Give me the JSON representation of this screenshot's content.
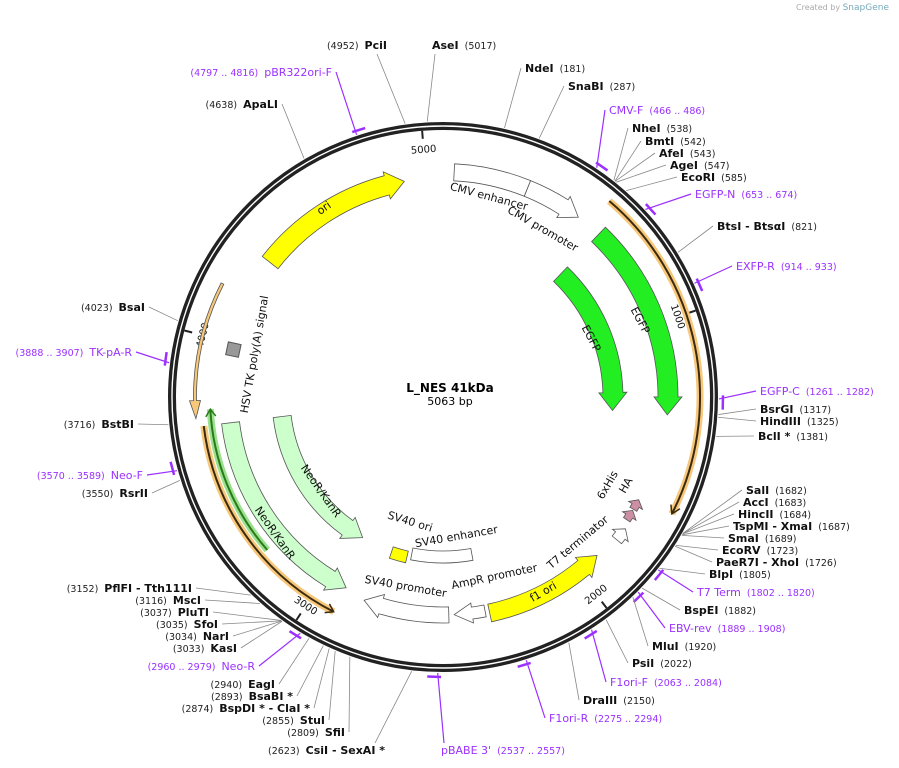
{
  "credit": {
    "prefix": "Created by",
    "brand": "SnapGene"
  },
  "plasmid": {
    "name": "L_NES 41kDa",
    "length": "5063 bp",
    "total_bp": 5063
  },
  "ticks": [
    "1000",
    "2000",
    "3000",
    "4000",
    "5000"
  ],
  "colors": {
    "backbone": "#222222",
    "primer": "#9b30ff",
    "ori": "#ffff00",
    "egfp": "#22ee22",
    "neo": "#ccffcc",
    "promoter": "#ffffff",
    "tag": "#cc8fa3",
    "highlight": "#f7c77a"
  },
  "features": [
    {
      "label": "CMV enhancer",
      "start": 40,
      "end": 310,
      "dir": 0,
      "color": "#ffffff"
    },
    {
      "label": "CMV promoter",
      "start": 310,
      "end": 520,
      "dir": 1,
      "color": "#ffffff"
    },
    {
      "label": "EGFP",
      "start": 615,
      "end": 1330,
      "dir": 1,
      "color": "#22ee22"
    },
    {
      "label": "EGFP",
      "start": 615,
      "end": 1330,
      "dir": 1,
      "color": "#22ee22"
    },
    {
      "label": "6xHis",
      "start": 1700,
      "end": 1740,
      "dir": -1,
      "color": "#cc8fa3"
    },
    {
      "label": "HA",
      "start": 1655,
      "end": 1695,
      "dir": -1,
      "color": "#cc8fa3"
    },
    {
      "label": "T7 terminator",
      "start": 1770,
      "end": 1820,
      "dir": -1,
      "color": "#ffffff"
    },
    {
      "label": "f1 ori",
      "start": 1910,
      "end": 2360,
      "dir": -1,
      "color": "#ffff00"
    },
    {
      "label": "AmpR promoter",
      "start": 2375,
      "end": 2490,
      "dir": 1,
      "color": "#ffffff"
    },
    {
      "label": "SV40 promoter",
      "start": 2510,
      "end": 2830,
      "dir": 1,
      "color": "#ffffff"
    },
    {
      "label": "SV40 enhancer",
      "start": 2385,
      "end": 2690,
      "dir": 0,
      "color": "#ffffff"
    },
    {
      "label": "SV40 ori",
      "start": 2710,
      "end": 2790,
      "dir": 0,
      "color": "#ffff00"
    },
    {
      "label": "NeoR/KanR",
      "start": 2910,
      "end": 3700,
      "dir": -1,
      "color": "#ccffcc"
    },
    {
      "label": "NeoR/KanR",
      "start": 2950,
      "end": 3700,
      "dir": -1,
      "color": "#ccffcc"
    },
    {
      "label": "ori",
      "start": 4330,
      "end": 4920,
      "dir": 1,
      "color": "#ffff00"
    },
    {
      "label": "HSV TK poly(A) signal",
      "start": 3727,
      "end": 4180,
      "dir": -1,
      "color": "#f7c77a"
    }
  ],
  "sites": [
    {
      "name": "PciI",
      "num": "(4952)",
      "kind": "enzyme"
    },
    {
      "name": "AseI",
      "num": "(5017)",
      "kind": "enzyme"
    },
    {
      "name": "NdeI",
      "num": "(181)",
      "kind": "enzyme"
    },
    {
      "name": "SnaBI",
      "num": "(287)",
      "kind": "enzyme"
    },
    {
      "name": "CMV-F",
      "num": "(466 .. 486)",
      "kind": "primer"
    },
    {
      "name": "NheI",
      "num": "(538)",
      "kind": "enzyme"
    },
    {
      "name": "BmtI",
      "num": "(542)",
      "kind": "enzyme"
    },
    {
      "name": "AfeI",
      "num": "(543)",
      "kind": "enzyme"
    },
    {
      "name": "AgeI",
      "num": "(547)",
      "kind": "enzyme"
    },
    {
      "name": "EcoRI",
      "num": "(585)",
      "kind": "enzyme"
    },
    {
      "name": "EGFP-N",
      "num": "(653 .. 674)",
      "kind": "primer"
    },
    {
      "name": "BtsI  - BtsαI",
      "num": "(821)",
      "kind": "enzyme"
    },
    {
      "name": "EXFP-R",
      "num": "(914 .. 933)",
      "kind": "primer"
    },
    {
      "name": "EGFP-C",
      "num": "(1261 .. 1282)",
      "kind": "primer"
    },
    {
      "name": "BsrGI",
      "num": "(1317)",
      "kind": "enzyme"
    },
    {
      "name": "HindIII",
      "num": "(1325)",
      "kind": "enzyme"
    },
    {
      "name": "BclI *",
      "num": "(1381)",
      "kind": "enzyme"
    },
    {
      "name": "SalI",
      "num": "(1682)",
      "kind": "enzyme"
    },
    {
      "name": "AccI",
      "num": "(1683)",
      "kind": "enzyme"
    },
    {
      "name": "HincII",
      "num": "(1684)",
      "kind": "enzyme"
    },
    {
      "name": "TspMI  - XmaI",
      "num": "(1687)",
      "kind": "enzyme"
    },
    {
      "name": "SmaI",
      "num": "(1689)",
      "kind": "enzyme"
    },
    {
      "name": "EcoRV",
      "num": "(1723)",
      "kind": "enzyme"
    },
    {
      "name": "PaeR7I  - XhoI",
      "num": "(1726)",
      "kind": "enzyme"
    },
    {
      "name": "BlpI",
      "num": "(1805)",
      "kind": "enzyme"
    },
    {
      "name": "T7 Term",
      "num": "(1802 .. 1820)",
      "kind": "primer"
    },
    {
      "name": "BspEI",
      "num": "(1882)",
      "kind": "enzyme"
    },
    {
      "name": "EBV-rev",
      "num": "(1889 .. 1908)",
      "kind": "primer"
    },
    {
      "name": "MluI",
      "num": "(1920)",
      "kind": "enzyme"
    },
    {
      "name": "PsiI",
      "num": "(2022)",
      "kind": "enzyme"
    },
    {
      "name": "F1ori-F",
      "num": "(2063 .. 2084)",
      "kind": "primer"
    },
    {
      "name": "DraIII",
      "num": "(2150)",
      "kind": "enzyme"
    },
    {
      "name": "F1ori-R",
      "num": "(2275 .. 2294)",
      "kind": "primer"
    },
    {
      "name": "pBABE 3'",
      "num": "(2537 .. 2557)",
      "kind": "primer"
    },
    {
      "name": "CsiI  - SexAI *",
      "num": "(2623)",
      "kind": "enzyme"
    },
    {
      "name": "SfiI",
      "num": "(2809)",
      "kind": "enzyme"
    },
    {
      "name": "StuI",
      "num": "(2855)",
      "kind": "enzyme"
    },
    {
      "name": "BspDI *  - ClaI *",
      "num": "(2874)",
      "kind": "enzyme"
    },
    {
      "name": "BsaBI *",
      "num": "(2893)",
      "kind": "enzyme"
    },
    {
      "name": "EagI",
      "num": "(2940)",
      "kind": "enzyme"
    },
    {
      "name": "Neo-R",
      "num": "(2960 .. 2979)",
      "kind": "primer"
    },
    {
      "name": "KasI",
      "num": "(3033)",
      "kind": "enzyme"
    },
    {
      "name": "NarI",
      "num": "(3034)",
      "kind": "enzyme"
    },
    {
      "name": "SfoI",
      "num": "(3035)",
      "kind": "enzyme"
    },
    {
      "name": "PluTI",
      "num": "(3037)",
      "kind": "enzyme"
    },
    {
      "name": "MscI",
      "num": "(3116)",
      "kind": "enzyme"
    },
    {
      "name": "PflFI  - Tth111I",
      "num": "(3152)",
      "kind": "enzyme"
    },
    {
      "name": "RsrII",
      "num": "(3550)",
      "kind": "enzyme"
    },
    {
      "name": "Neo-F",
      "num": "(3570 .. 3589)",
      "kind": "primer"
    },
    {
      "name": "BstBI",
      "num": "(3716)",
      "kind": "enzyme"
    },
    {
      "name": "TK-pA-R",
      "num": "(3888 .. 3907)",
      "kind": "primer"
    },
    {
      "name": "BsaI",
      "num": "(4023)",
      "kind": "enzyme"
    },
    {
      "name": "ApaLI",
      "num": "(4638)",
      "kind": "enzyme"
    },
    {
      "name": "pBR322ori-F",
      "num": "(4797 .. 4816)",
      "kind": "primer"
    }
  ]
}
